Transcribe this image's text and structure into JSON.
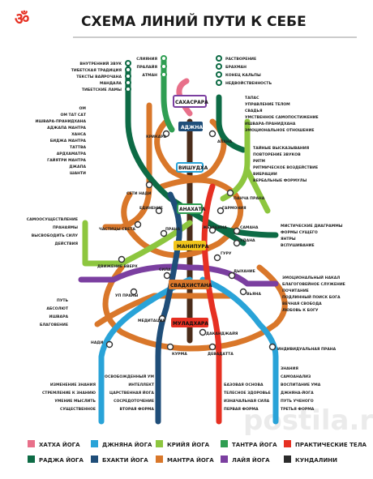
{
  "title": "СХЕМА ЛИНИЙ ПУТИ К СЕБЕ",
  "watermark": "postila.ru",
  "colors": {
    "hatha": "#e8708a",
    "raja": "#0d6b45",
    "jnana": "#29a3d8",
    "bhakti": "#1f4e79",
    "kriya": "#8dc63f",
    "mantra": "#d9772a",
    "tantra": "#2f9e52",
    "laya": "#7b3fa0",
    "practical": "#e63022",
    "kundalini": "#2c2c2c",
    "axis": "#4a2c1a",
    "yellow": "#f2c51b"
  },
  "chakras": [
    "САХАСРАРА",
    "АДЖНА",
    "ВИШУДХА",
    "АНАХАТА",
    "МАНИПУРА",
    "СВАДХИСТАНА",
    "МУЛАДХАРА"
  ],
  "groups": {
    "top_left": [
      "ВНУТРЕННИЙ ЗВУК",
      "ТИБЕТСКАЯ ТРАДИЦИЯ",
      "ТЕКСТЫ ВАЙРОЧАНА",
      "МАНДАЛА",
      "ТИБЕТСКИЕ ЛАМЫ"
    ],
    "top_mid": [
      "СЛИЯНИЯ",
      "ПРАЛАЙЯ",
      "АТМАН"
    ],
    "top_right": [
      "РАСТВОРЕНИЕ",
      "БРАХМАН",
      "КОНЕЦ КАЛЬПЫ",
      "НЕДВОЙСТВЕННОСТЬ"
    ],
    "left_mantra": [
      "ОМ",
      "ОМ ТАТ САТ",
      "ИШВАРА-ПРАНИДХАНА",
      "АДЖАПА МАНТРА",
      "ХАНСА",
      "БИДЖА МАНТРА",
      "ТАТТВА",
      "АРДХАМАТРА",
      "ГАЙЯТРИ МАНТРА",
      "ДЖАПА",
      "ШАНТИ"
    ],
    "right_raja": [
      "ТАПАС",
      "УПРАВЛЕНИЕ ТЕЛОМ",
      "СВАДЬЯ",
      "УМСТВЕННОЕ САМОПОСТИЖЕНИЕ",
      "ИШВАРА-ПРАНИДХАНА",
      "ЭМОЦИОНАЛЬНОЕ ОТНОШЕНИЕ"
    ],
    "right_kriya": [
      "ТАЙНЫЕ ВЫСКАЗЫВАНИЯ",
      "ПОВТОРЕНИЕ ЗВУКОВ",
      "РИТМ",
      "РИТМИЧЕСКОЕ ВОЗДЕЙСТВИЕ",
      "ВИБРАЦИИ",
      "ВЕРБАЛЬНЫЕ ФОРМУЛЫ"
    ],
    "left_kriya": [
      "САМООСУЩЕСТВЛЕНИЕ",
      "ПРАНАЯМЫ",
      "ВЫСВОБОДИТЬ СИЛУ",
      "ДЕЙСТВИЯ"
    ],
    "right_tantra": [
      "МИСТИЧЕСКИЕ ДИАГРАММЫ",
      "ФОРМЫ СУЩЕГО",
      "ЯНТРЫ",
      "ВСПУШИВАНИЕ"
    ],
    "right_laya": [
      "ЭМОЦИОНАЛЬНЫЙ НАКАЛ",
      "БЛАГОГОВЕЙНОЕ СЛУЖЕНИЕ",
      "ПОЧИТАНИЕ",
      "ПОДЛИННЫЙ ПОИСК БОГА",
      "ВЕЧНАЯ СВОБОДА",
      "ЛЮБОВЬ К БОГУ"
    ],
    "left_laya": [
      "ПУТЬ",
      "АБСОЛЮТ",
      "ИШВАРА",
      "БЛАГОВЕНИЕ"
    ],
    "bottom_left": [
      "ИЗМЕНЕНИЕ ЗНАНИЯ",
      "СТРЕМЛЕНИЕ К ЗНАНИЮ",
      "УМЕНИЕ МЫСЛИТЬ",
      "СУЩЕСТВЕННОЕ"
    ],
    "bottom_ml": [
      "ОСВОБОЖДЕННЫЙ УМ",
      "ИНТЕЛЛЕКТ",
      "ЦАРСТВЕННАЯ ЙОГА",
      "СОСРЕДОТОЧЕНИЕ",
      "ВТОРАЯ ФОРМА"
    ],
    "bottom_mr": [
      "БАЗОВАЯ ОСНОВА",
      "ТЕЛЕСНОЕ ЗДОРОВЬЕ",
      "ИЗНАЧАЛЬНАЯ СИЛА",
      "ПЕРВАЯ ФОРМА"
    ],
    "bottom_right": [
      "ЗНАНИЯ",
      "САМОАНАЛИЗ",
      "ВОСПИТАНИЕ УМА",
      "ДЖНЯНА-ЙОГА",
      "ПУТЬ УЧЕНОГО",
      "ТРЕТЬЯ ФОРМА"
    ]
  },
  "stations": {
    "krikara": "КРИКАРА",
    "apana": "АПАНА",
    "seti_nadi": "СЕТИ НАДИ",
    "pancha_prana": "ПАНЧА ПРАНА",
    "edinenie": "ЕДИНЕНИЕ",
    "garmoniya": "ГАРМОНИЯ",
    "chastitsy": "ЧАСТИЦЫ СВЕТА",
    "prana": "ПРАНА",
    "zhenshina": "ЖЕНЩИНА",
    "samana": "САМАНА",
    "udana": "УДАНА",
    "dvizhenie": "ДВИЖЕНИЕ ВВЕРХ",
    "guru": "ГУРУ",
    "sila": "СИЛА",
    "dykhanie": "ДЫХАНИЕ",
    "up_prany": "УП ПРАНЫ",
    "vyana": "ВЬЯНА",
    "meditatsiya": "МЕДИТАЦИЯ",
    "nadi": "НАДИ",
    "dakandzhaya": "ДАКАНДЖАЙЯ",
    "kurma": "КУРМА",
    "devadatta": "ДЕВАДАТТА",
    "individ": "ИНДИВИДУАЛЬНАЯ ПРАНА"
  },
  "legend": [
    {
      "label": "ХАТХА ЙОГА",
      "color": "#e8708a"
    },
    {
      "label": "ДЖНЯНА ЙОГА",
      "color": "#29a3d8"
    },
    {
      "label": "КРИЙЯ ЙОГА",
      "color": "#8dc63f"
    },
    {
      "label": "ТАНТРА ЙОГА",
      "color": "#2f9e52"
    },
    {
      "label": "ПРАКТИЧЕСКИЕ ТЕЛА",
      "color": "#e63022"
    },
    {
      "label": "РАДЖА ЙОГА",
      "color": "#0d6b45"
    },
    {
      "label": "БХАКТИ ЙОГА",
      "color": "#1f4e79"
    },
    {
      "label": "МАНТРА ЙОГА",
      "color": "#d9772a"
    },
    {
      "label": "ЛАЙЯ ЙОГА",
      "color": "#7b3fa0"
    },
    {
      "label": "КУНДАЛИНИ",
      "color": "#2c2c2c"
    }
  ]
}
